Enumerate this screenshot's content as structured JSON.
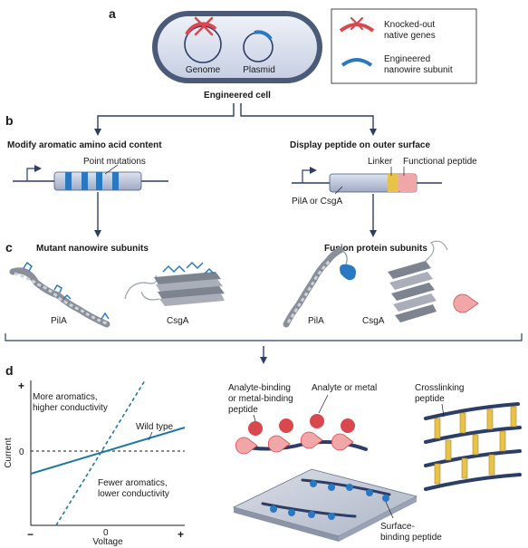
{
  "panel_a": {
    "letter": "a",
    "genome_label": "Genome",
    "plasmid_label": "Plasmid",
    "cell_label": "Engineered cell",
    "legend": {
      "knocked_out_1": "Knocked-out",
      "knocked_out_2": "native genes",
      "engineered_1": "Engineered",
      "engineered_2": "nanowire subunit"
    }
  },
  "panel_b": {
    "letter": "b",
    "left_title": "Modify aromatic amino acid content",
    "point_mutations": "Point mutations",
    "right_title": "Display peptide on outer surface",
    "linker": "Linker",
    "functional_peptide": "Functional peptide",
    "pila_or_csga": "PilA or CsgA"
  },
  "panel_c": {
    "letter": "c",
    "left_title": "Mutant nanowire subunits",
    "right_title": "Fusion protein subunits",
    "pila_left": "PilA",
    "csga_left": "CsgA",
    "pila_right": "PilA",
    "csga_right": "CsgA"
  },
  "panel_d": {
    "letter": "d",
    "plus_y": "+",
    "zero_y": "0",
    "minus_x": "−",
    "zero_x": "0",
    "plus_x": "+",
    "xlabel": "Voltage",
    "ylabel": "Current",
    "more_1": "More aromatics,",
    "more_2": "higher conductivity",
    "wild_type": "Wild type",
    "fewer_1": "Fewer aromatics,",
    "fewer_2": "lower conductivity",
    "analyte_binding_1": "Analyte-binding",
    "analyte_binding_2": "or metal-binding",
    "analyte_binding_3": "peptide",
    "analyte_or_metal": "Analyte or metal",
    "crosslinking_1": "Crosslinking",
    "crosslinking_2": "peptide",
    "surface_1": "Surface-",
    "surface_2": "binding peptide"
  },
  "colors": {
    "red": "#d9484f",
    "blue": "#2a78c2",
    "navy": "#2c3e66",
    "teal": "#1f7aa3",
    "yellow": "#e8c34a",
    "pink": "#f1a7a7"
  },
  "icons": [
    "knockout-cross-icon",
    "plasmid-arc-icon",
    "promoter-arrow-icon",
    "pacman-analyte-icon"
  ]
}
